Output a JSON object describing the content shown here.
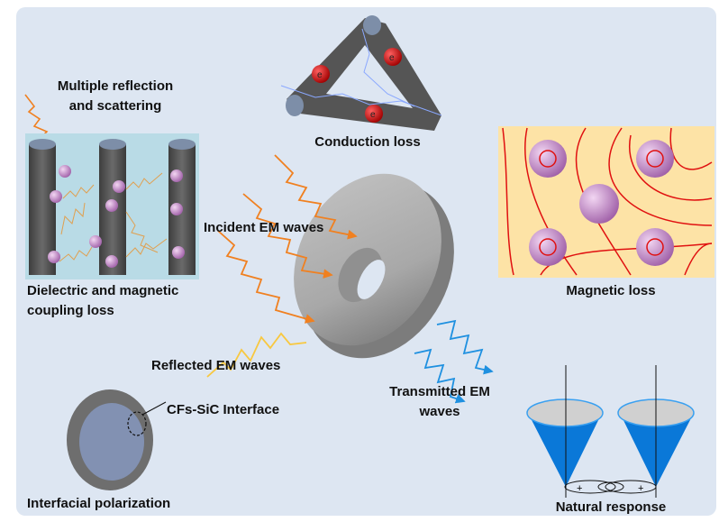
{
  "labels": {
    "multiple_reflection_line1": "Multiple reflection",
    "multiple_reflection_line2": "and scattering",
    "conduction_loss": "Conduction loss",
    "incident": "Incident EM waves",
    "dielectric_line1": "Dielectric and magnetic",
    "dielectric_line2": "coupling loss",
    "magnetic_loss": "Magnetic loss",
    "reflected": "Reflected EM waves",
    "transmitted_line1": "Transmitted EM",
    "transmitted_line2": "waves",
    "interface": "CFs-SiC Interface",
    "interfacial_polarization": "Interfacial polarization",
    "natural_response": "Natural response",
    "electron": "e",
    "plus": "+"
  },
  "colors": {
    "background": "#dde6f2",
    "rod_panel": "#b9dbe6",
    "magnetic_panel": "#fde3a6",
    "incident_wave": "#f08020",
    "reflected_wave": "#f8c840",
    "transmitted_wave": "#1e90e0",
    "field_line": "#e01010",
    "cone": "#0a78d8",
    "sphere": "#c888c8"
  }
}
